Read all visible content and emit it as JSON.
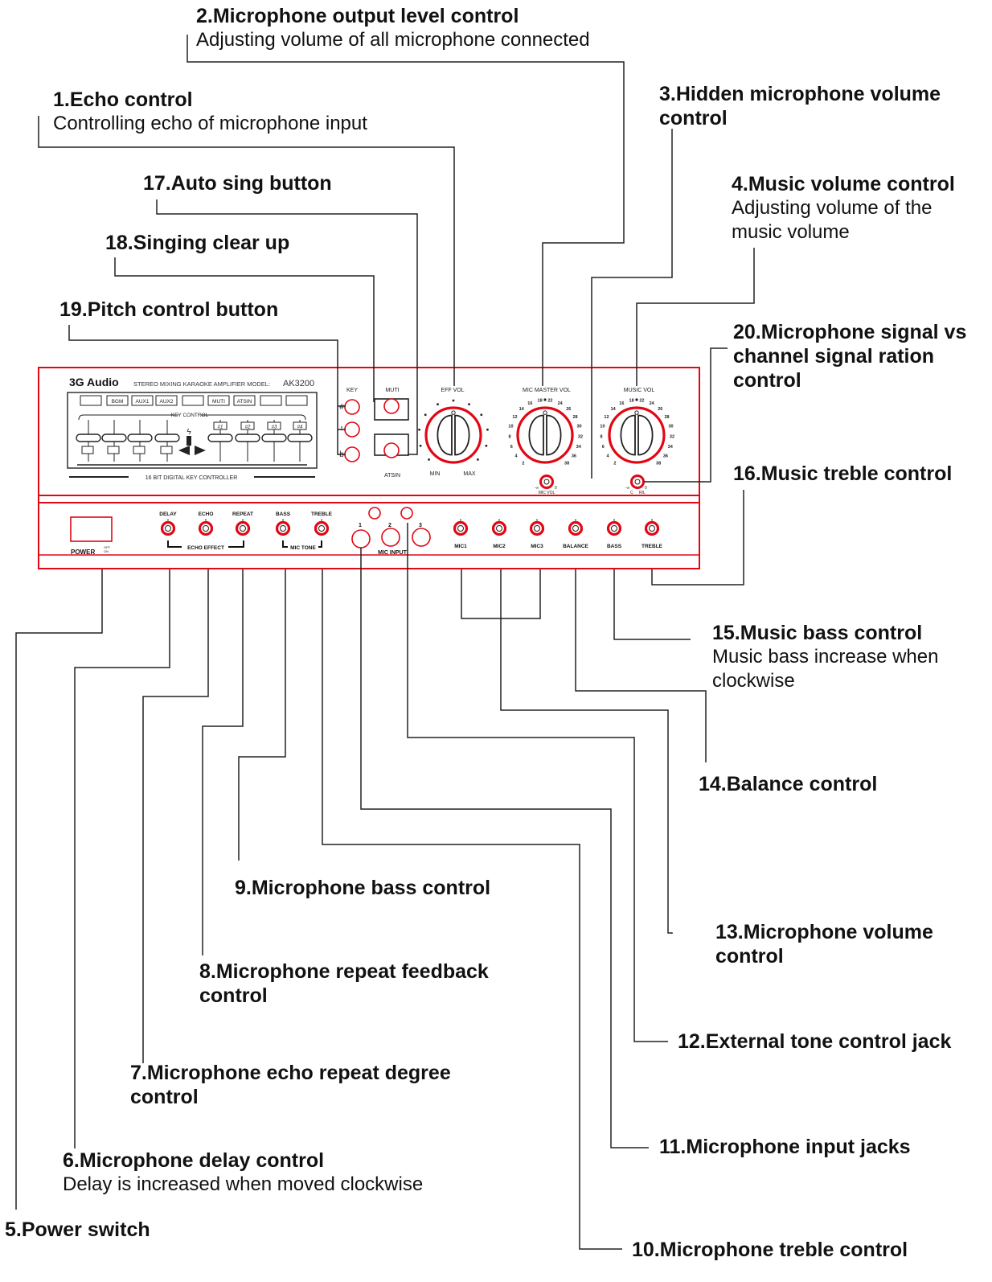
{
  "device": {
    "brand": "3G Audio",
    "subtitle": "STEREO MIXING KARAOKE AMPLIFIER MODEL:",
    "model": "AK3200",
    "key_panel": {
      "top_buttons": [
        "",
        "BGM",
        "AUX1",
        "AUX2",
        "",
        "MUTI",
        "ATSIN",
        "",
        ""
      ],
      "key_control": "KEY  CONTROL",
      "flat_labels": [
        "",
        "",
        "",
        ""
      ],
      "sharp_labels": [
        "#1",
        "#2",
        "#3",
        "#4"
      ],
      "footer": "16 BIT DIGITAL KEY CONTROLLER"
    },
    "key_buttons": {
      "header": "KEY",
      "sharp": "#",
      "natural": "♮",
      "flat": "b"
    },
    "muti_label": "MUTI",
    "atsin_label": "ATSIN",
    "eff_vol": {
      "label": "EFF VOL",
      "min": "MIN",
      "max": "MAX"
    },
    "mic_master_vol": {
      "label": "MIC MASTER VOL",
      "scale": [
        "2",
        "4",
        "6",
        "8",
        "10",
        "12",
        "14",
        "16",
        "18",
        "22",
        "24",
        "26",
        "28",
        "30",
        "32",
        "34",
        "36",
        "38"
      ],
      "sub_knob": "MIC  VOL",
      "sub_min": "-∞",
      "sub_max": "0"
    },
    "music_vol": {
      "label": "MUSIC VOL",
      "scale": [
        "2",
        "4",
        "6",
        "8",
        "10",
        "12",
        "14",
        "16",
        "18",
        "22",
        "24",
        "26",
        "28",
        "30",
        "32",
        "34",
        "36",
        "38"
      ],
      "sub_knob_left": "C",
      "sub_knob_right": "R/L",
      "sub_min": "-∞",
      "sub_max": "0"
    },
    "power": {
      "label": "POWER",
      "off": "OFF",
      "on": "ON"
    },
    "bottom_knobs": [
      "DELAY",
      "ECHO",
      "REPEAT",
      "BASS",
      "TREBLE",
      "MIC1",
      "MIC2",
      "MIC3",
      "BALANCE",
      "BASS",
      "TREBLE"
    ],
    "echo_effect": "ECHO EFFECT",
    "mic_tone": "MIC TONE",
    "mic_input": {
      "label": "MIC INPUT",
      "jacks": [
        "1",
        "2",
        "3"
      ]
    }
  },
  "callouts": [
    {
      "id": "c1",
      "title": "1.Echo control",
      "desc": "Controlling echo of microphone input"
    },
    {
      "id": "c2",
      "title": "2.Microphone output level control",
      "desc": "Adjusting volume of all microphone connected"
    },
    {
      "id": "c3",
      "title": "3.Hidden microphone volume control",
      "desc": ""
    },
    {
      "id": "c4",
      "title": "4.Music volume control",
      "desc": "Adjusting volume of the music volume"
    },
    {
      "id": "c5",
      "title": "5.Power switch",
      "desc": ""
    },
    {
      "id": "c6",
      "title": "6.Microphone delay control",
      "desc": "Delay is increased when moved clockwise"
    },
    {
      "id": "c7",
      "title": "7.Microphone echo repeat degree control",
      "desc": ""
    },
    {
      "id": "c8",
      "title": "8.Microphone repeat feedback control",
      "desc": ""
    },
    {
      "id": "c9",
      "title": "9.Microphone bass control",
      "desc": ""
    },
    {
      "id": "c10",
      "title": "10.Microphone treble control",
      "desc": ""
    },
    {
      "id": "c11",
      "title": "11.Microphone input jacks",
      "desc": ""
    },
    {
      "id": "c12",
      "title": "12.External tone control jack",
      "desc": ""
    },
    {
      "id": "c13",
      "title": "13.Microphone volume control",
      "desc": ""
    },
    {
      "id": "c14",
      "title": "14.Balance control",
      "desc": ""
    },
    {
      "id": "c15",
      "title": "15.Music bass control",
      "desc": "Music bass increase when clockwise"
    },
    {
      "id": "c16",
      "title": "16.Music treble control",
      "desc": ""
    },
    {
      "id": "c17",
      "title": "17.Auto sing button",
      "desc": ""
    },
    {
      "id": "c18",
      "title": "18.Singing clear up",
      "desc": ""
    },
    {
      "id": "c19",
      "title": "19.Pitch control button",
      "desc": ""
    },
    {
      "id": "c20",
      "title": "20.Microphone signal vs channel signal ration control",
      "desc": ""
    }
  ],
  "colors": {
    "accent": "#e30613",
    "ink": "#111111",
    "line": "#222222"
  }
}
